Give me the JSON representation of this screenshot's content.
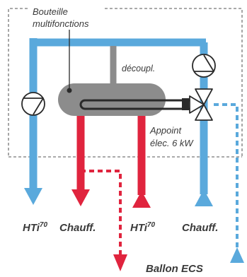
{
  "labels": {
    "bottle_line1": "Bouteille",
    "bottle_line2": "multifonctions",
    "decoupling": "découpl.",
    "heater_line1": "Appoint",
    "heater_line2": "élec. 6 kW",
    "bottom_hti_left_main": "HTi",
    "bottom_hti_left_sup": "70",
    "bottom_chauff_left": "Chauff.",
    "bottom_hti_right_main": "HTi",
    "bottom_hti_right_sup": "70",
    "bottom_chauff_right": "Chauff.",
    "ballon_ecs": "Ballon ECS"
  },
  "colors": {
    "hot": "#e0243e",
    "cold": "#5aa9dc",
    "neutral": "#8c8c8c",
    "outline": "#2a2a2a",
    "text": "#3a3a3a",
    "dashed_frame": "#777777"
  },
  "icons": [
    "pump-icon",
    "pump-icon",
    "three-way-valve-icon",
    "electric-heater-icon"
  ]
}
